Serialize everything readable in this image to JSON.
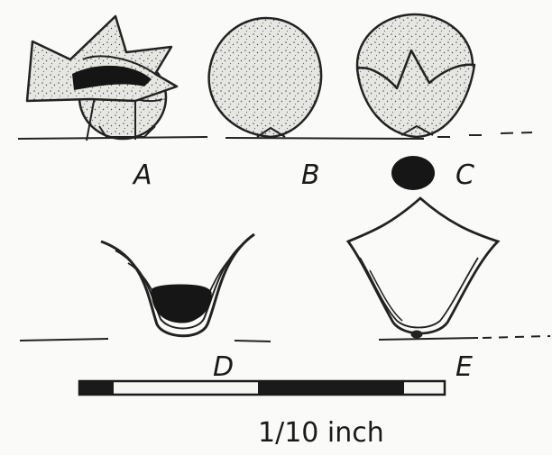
{
  "labels": {
    "a": "A",
    "b": "B",
    "c": "C",
    "d": "D",
    "e": "E"
  },
  "scale_bar": {
    "text": "1/10 inch"
  }
}
